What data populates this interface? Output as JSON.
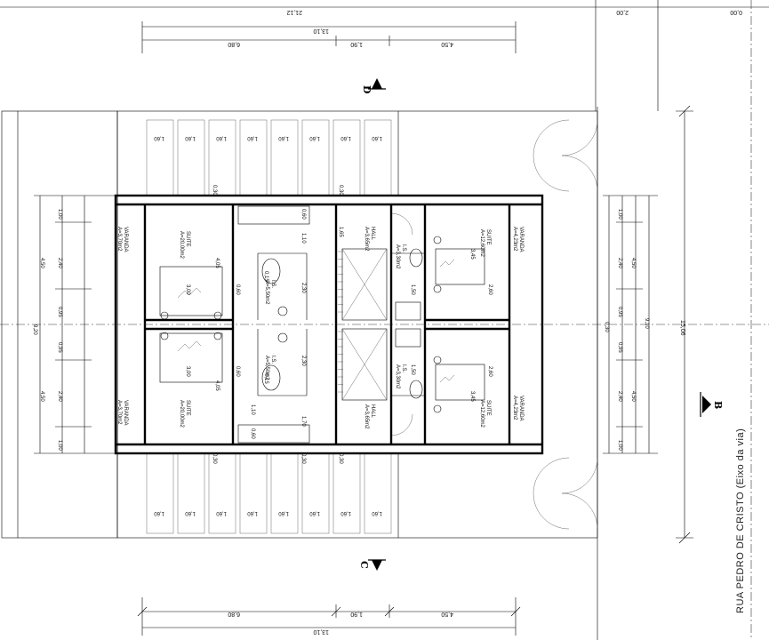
{
  "top_dims": {
    "total": "21,12",
    "sub_total": "13,10",
    "left": "6,80",
    "mid": "1,90",
    "right": "4,50",
    "right_a": "2,00",
    "right_b": "0,00"
  },
  "bottom_dims": {
    "total": "13,10",
    "left": "6,80",
    "mid": "1,90",
    "right": "4,50"
  },
  "parking_slot_label": "1,60",
  "rooms": {
    "suite_left": "SUITE\nA=20,00m2",
    "varanda_left": "VARANDA\nA=3,70m2",
    "ws": "I.S.\nA=5,50m2",
    "hall": "HALL\nA=3,65m2",
    "suite_right": "SUITE\nA=12,60m2",
    "varanda_right": "VARANDA\nA=4,23m2",
    "is_right": "I.S.\nA=3,30m2"
  },
  "left_dims": [
    "1,00",
    "2,40",
    "4,50",
    "0,95",
    "9,20",
    "0,95",
    "2,40",
    "4,50",
    "1,00"
  ],
  "right_dims": [
    "1,00",
    "2,40",
    "4,50",
    "0,95",
    "9,10",
    "0,30",
    "0,95",
    "2,40",
    "4,50",
    "1,00"
  ],
  "inner_dims": {
    "d030": "0,30",
    "d060": "0,60",
    "d110": "1,10",
    "d165": "1,65",
    "d405": "4,05",
    "d300": "3,00",
    "d060b": "0,60",
    "d230": "2,30",
    "d345": "3,45",
    "d260": "2,60",
    "d015": "0,15",
    "d170": "1,70",
    "d150": "1,50"
  },
  "overall_dim": "15,06",
  "section_b": "B",
  "section_c": "C",
  "section_d": "D",
  "street": "RUA PEDRO DE CRISTO (Eixo da via)"
}
